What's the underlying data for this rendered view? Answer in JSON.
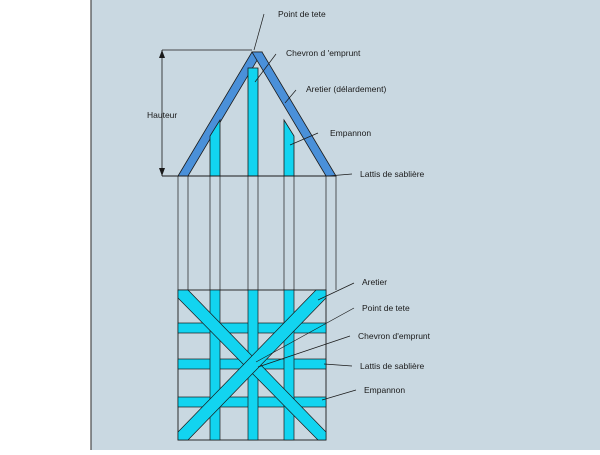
{
  "colors": {
    "page_background": "#ffffff",
    "viewport_background": "#c9d8e1",
    "timber_fill": "#12d4f0",
    "roof_fill": "#4a90d9",
    "line": "#1a1a1a"
  },
  "elevation_labels": {
    "point_de_tete": "Point de tete",
    "chevron_emprunt": "Chevron d 'emprunt",
    "aretier_delardement": "Aretier (délardement)",
    "empannon": "Empannon",
    "lattis_sabliere": "Lattis de sablière",
    "hauteur": "Hauteur"
  },
  "plan_labels": {
    "aretier": "Aretier",
    "point_de_tete": "Point de tete",
    "chevron_emprunt": "Chevron d'emprunt",
    "lattis_sabliere": "Lattis de sablière",
    "empannon": "Empannon"
  }
}
